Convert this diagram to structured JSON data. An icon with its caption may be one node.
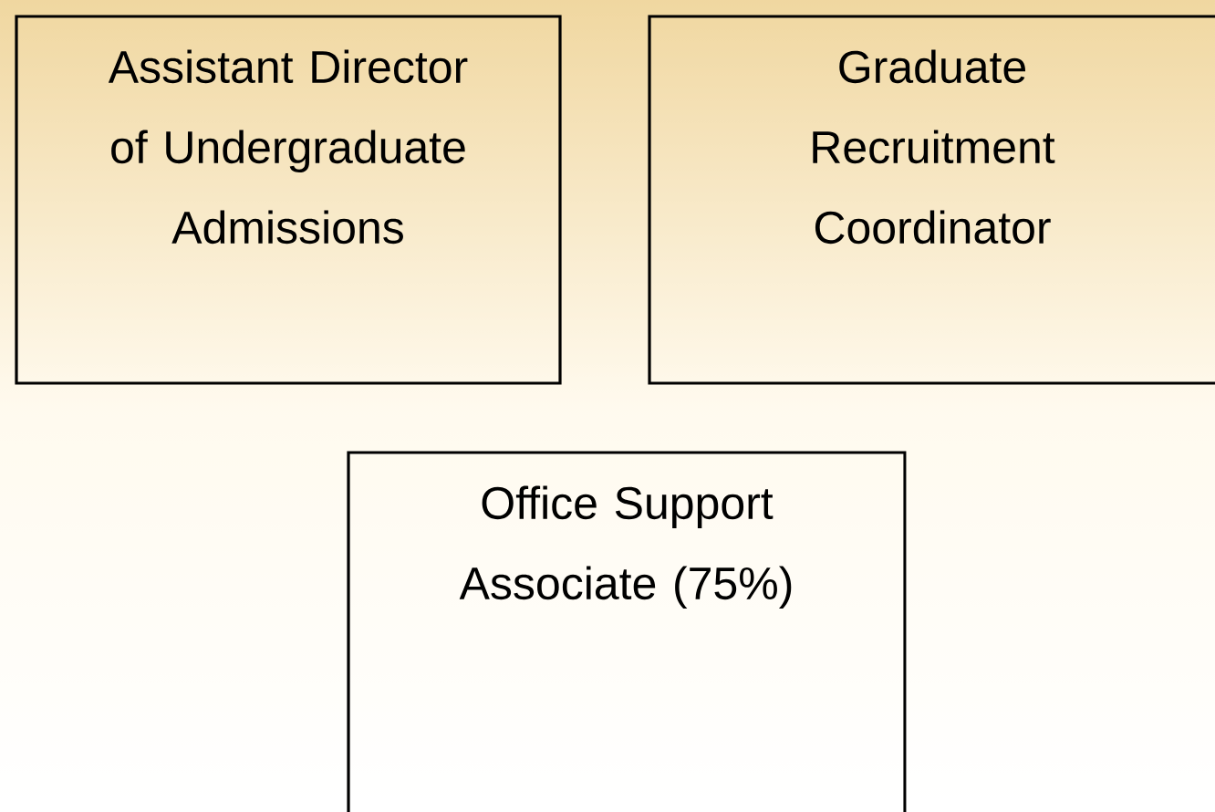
{
  "diagram": {
    "nodes": [
      {
        "text": [
          "Assistant Director of Undergraduate Admissions"
        ]
      },
      {
        "text": [
          "Graduate Recruitment Coordinator"
        ]
      },
      {
        "text": [
          "Office Support Associate (75%)"
        ]
      }
    ]
  }
}
